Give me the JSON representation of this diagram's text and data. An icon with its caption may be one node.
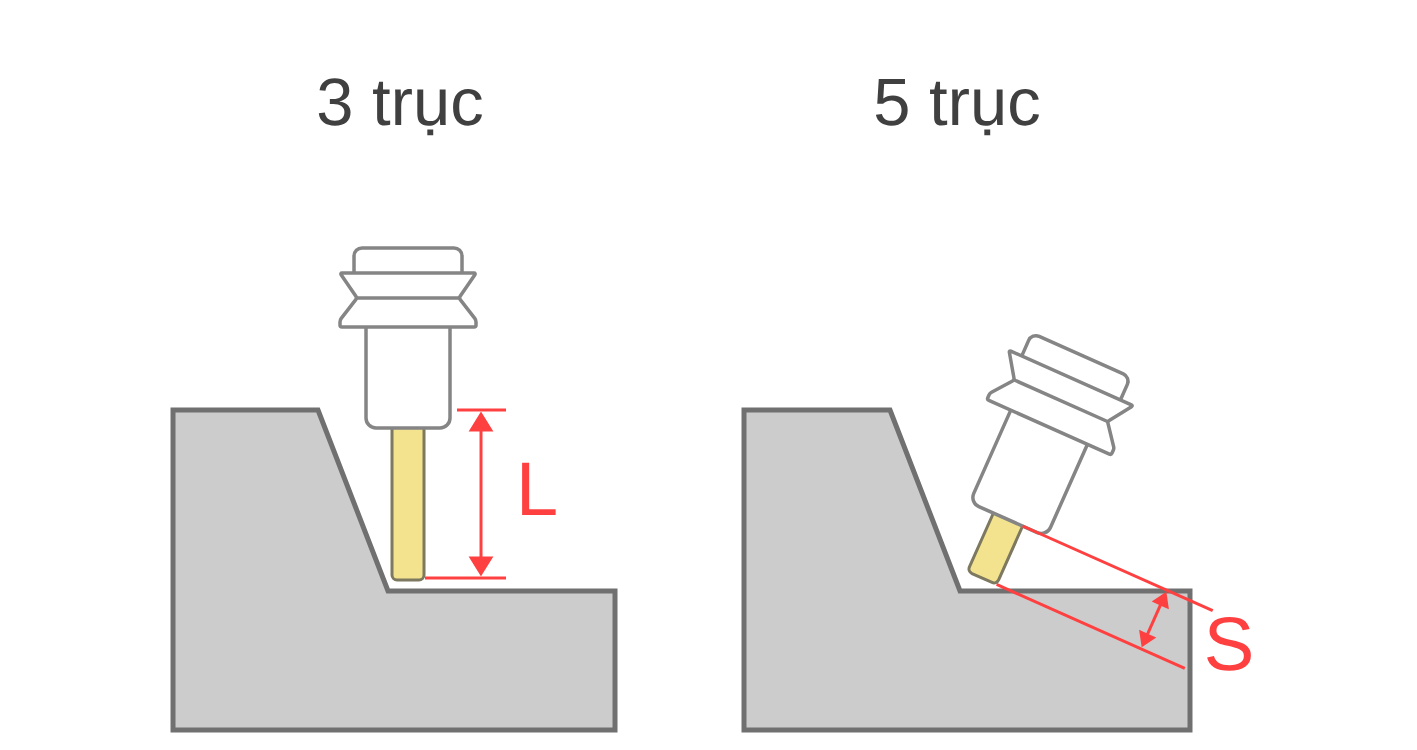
{
  "diagram": {
    "labels": [
      "3 trục",
      "5 trục",
      "L",
      "S"
    ]
  }
}
